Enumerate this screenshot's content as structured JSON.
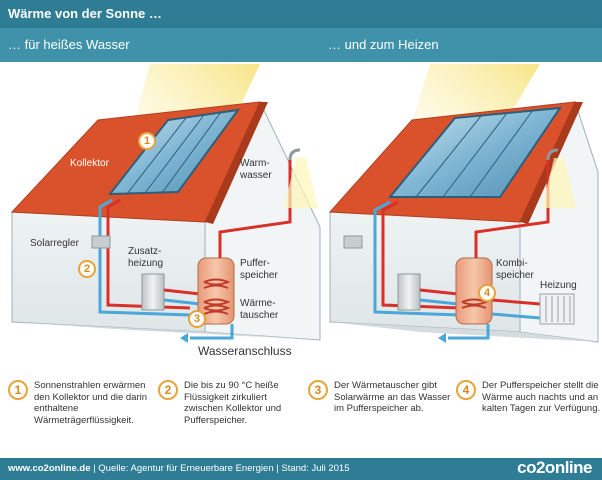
{
  "header": {
    "title": "Wärme von der Sonne …",
    "left_subtitle": "… für heißes Wasser",
    "right_subtitle": "… und zum Heizen"
  },
  "left_house": {
    "labels": {
      "kollektor": "Kollektor",
      "warmwasser_1": "Warm-",
      "warmwasser_2": "wasser",
      "solarregler": "Solarregler",
      "zusatz_1": "Zusatz-",
      "zusatz_2": "heizung",
      "puffer_1": "Puffer-",
      "puffer_2": "speicher",
      "waerme_1": "Wärme-",
      "waerme_2": "tauscher",
      "wasseranschluss": "Wasseranschluss"
    },
    "badges": [
      "1",
      "2",
      "3"
    ]
  },
  "right_house": {
    "labels": {
      "kombi_1": "Kombi-",
      "kombi_2": "speicher",
      "heizung": "Heizung"
    },
    "badges": [
      "4"
    ]
  },
  "steps": [
    {
      "num": "1",
      "text": "Sonnenstrahlen erwärmen den Kollektor und die darin enthaltene Wärmeträgerflüssigkeit."
    },
    {
      "num": "2",
      "text": "Die bis zu 90 °C heiße Flüssigkeit zirkuliert zwischen Kollektor und Pufferspeicher."
    },
    {
      "num": "3",
      "text": "Der Wärmetauscher gibt Solarwärme an das Wasser im Pufferspeicher ab."
    },
    {
      "num": "4",
      "text": "Der Pufferspeicher stellt die Wärme auch nachts und an kalten Tagen zur Verfügung."
    }
  ],
  "footer": {
    "site": "www.co2online.de",
    "source": " | Quelle: Agentur für Erneuerbare Energien | Stand: Juli 2015",
    "brand": "co2online"
  },
  "colors": {
    "header_dark": "#2f7d95",
    "header_light": "#3f92aa",
    "roof": "#d9522b",
    "hot_pipe": "#d9302a",
    "cold_pipe": "#4aa7d8",
    "badge": "#e8a33a",
    "sun_glow": "#f6e27a"
  }
}
